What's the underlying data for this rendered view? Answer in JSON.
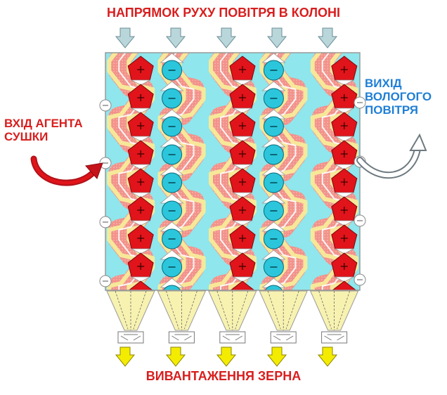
{
  "diagram": {
    "title_top": "НАПРЯМОК РУХУ ПОВІТРЯ В КОЛОНІ",
    "label_inlet": "ВХІД АГЕНТА\nСУШКИ",
    "label_outlet": "ВИХІД\nВОЛОГОГО\nПОВІТРЯ",
    "title_bottom": "ВИВАНТАЖЕННЯ ЗЕРНА"
  },
  "colors": {
    "title": "#d81e1e",
    "inlet_text": "#d81e1e",
    "outlet_text": "#1f7fd6",
    "bottom_text": "#d81e1e",
    "hot_channel": "#f2928a",
    "cold_channel": "#8fe6ec",
    "grain_band": "#f7ec9a",
    "supply_duct": "#e0141a",
    "exhaust_duct": "#2bc6dc",
    "top_arrow": "#b9d6db",
    "bottom_arrow": "#f4ec00",
    "hopper": "#f7f2b0"
  },
  "icons": {
    "top_arrows": "down-arrow-icon",
    "bottom_arrows": "down-arrow-icon",
    "supply_duct_symbol": "plus-icon",
    "exhaust_duct_symbol": "minus-icon"
  }
}
